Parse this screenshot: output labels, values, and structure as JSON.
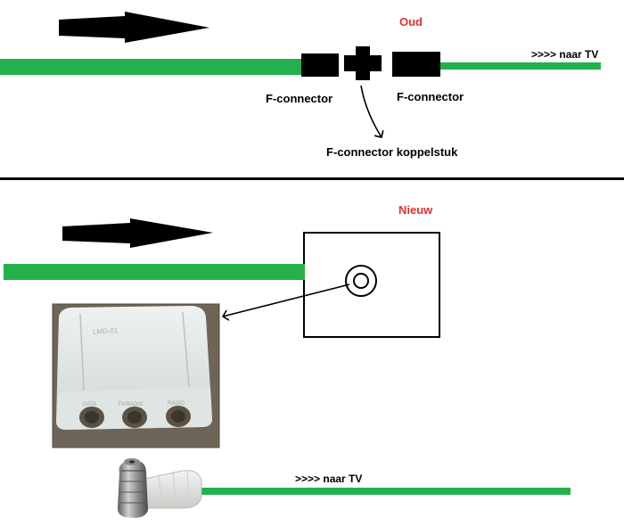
{
  "colors": {
    "cable": "#22b14c",
    "section_title": "#e03030",
    "ink": "#000000",
    "wall_plate": "#e8eceb",
    "photo_bg": "#6e6558"
  },
  "old": {
    "title": "Oud",
    "connector_left": "F-connector",
    "connector_right": "F-connector",
    "coupler": "F-connector koppelstuk",
    "to_tv": ">>>> naar TV"
  },
  "new": {
    "title": "Nieuw",
    "to_tv": ">>>> naar TV",
    "plate_model": "LMD-01",
    "plate_ports": [
      "DATA",
      "TV/RADIO",
      "RADIO"
    ]
  },
  "icons": {
    "flow_arrow_top": "thick-right-arrow-icon",
    "flow_arrow_bottom": "thick-right-arrow-icon",
    "coupler": "cross-coupler-icon",
    "outlet_socket": "coax-socket-icon",
    "coax_plug": "angled-coax-plug-icon"
  }
}
